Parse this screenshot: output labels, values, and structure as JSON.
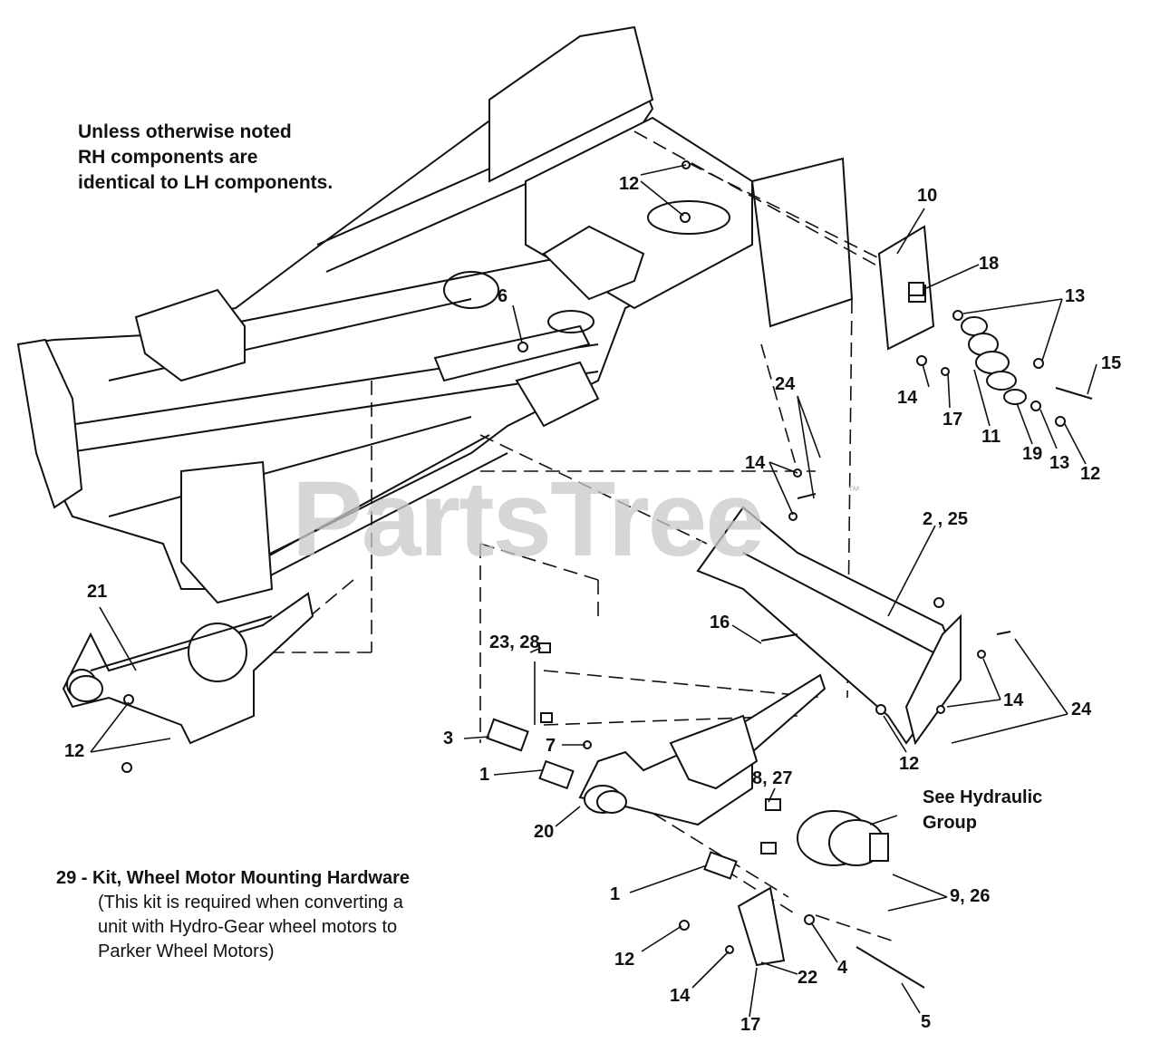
{
  "note": {
    "line1": "Unless otherwise noted",
    "line2": "RH components are",
    "line3": "identical to LH components."
  },
  "kit": {
    "title": "29 - Kit, Wheel Motor Mounting Hardware",
    "line1": "(This kit is required when converting a",
    "line2": "unit with Hydro-Gear wheel motors to",
    "line3": "Parker Wheel Motors)"
  },
  "see_hydraulic": {
    "line1": "See Hydraulic",
    "line2": "Group"
  },
  "watermark": "PartsTree",
  "trademark": "™",
  "callouts": {
    "c12a": "12",
    "c10": "10",
    "c18": "18",
    "c13a": "13",
    "c15": "15",
    "c6": "6",
    "c14a": "14",
    "c17a": "17",
    "c11": "11",
    "c19": "19",
    "c13b": "13",
    "c12b": "12",
    "c24a": "24",
    "c14b": "14",
    "c2_25": "2 , 25",
    "c21": "21",
    "c16": "16",
    "c23_28": "23, 28",
    "c14c": "14",
    "c24b": "24",
    "c12c": "12",
    "c3": "3",
    "c7": "7",
    "c1a": "1",
    "c12d": "12",
    "c8_27": "8, 27",
    "c20": "20",
    "c1b": "1",
    "c9_26": "9, 26",
    "c12e": "12",
    "c22": "22",
    "c4": "4",
    "c14d": "14",
    "c5": "5",
    "c17b": "17"
  }
}
